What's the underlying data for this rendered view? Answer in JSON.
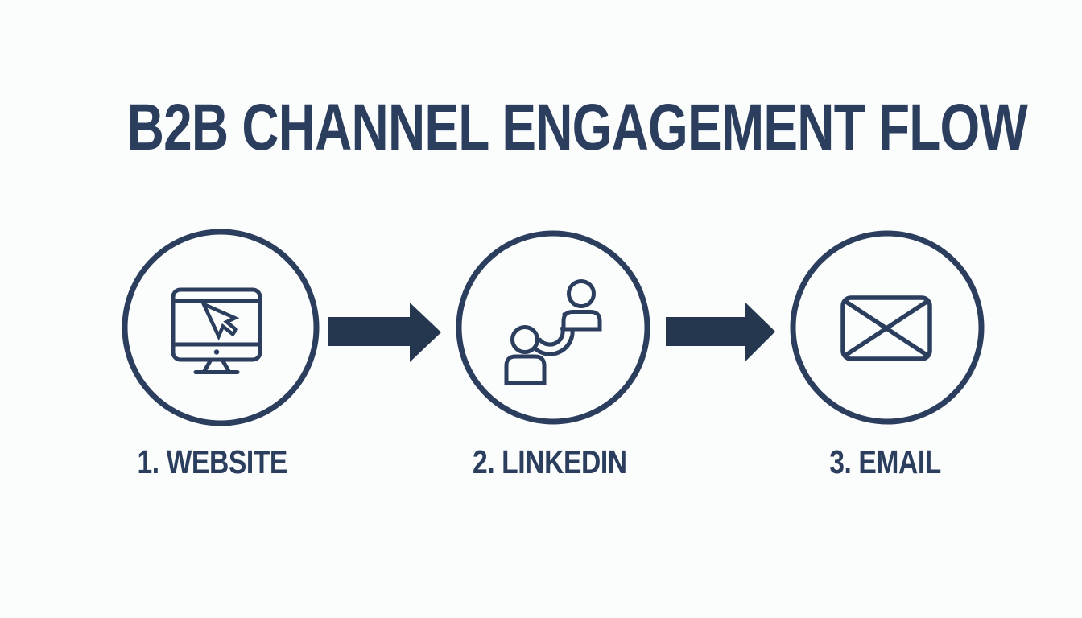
{
  "title": "B2B CHANNEL ENGAGEMENT FLOW",
  "steps": [
    {
      "label": "1. WEBSITE",
      "icon": "monitor-cursor-icon"
    },
    {
      "label": "2. LINKEDIN",
      "icon": "people-connection-icon"
    },
    {
      "label": "3. EMAIL",
      "icon": "envelope-icon"
    }
  ],
  "connectors": [
    {
      "icon": "arrow-right-icon"
    },
    {
      "icon": "arrow-right-icon"
    }
  ],
  "colors": {
    "navy": "#2b3e5e",
    "arrow": "#24374f",
    "background": "#fbfcfc"
  }
}
